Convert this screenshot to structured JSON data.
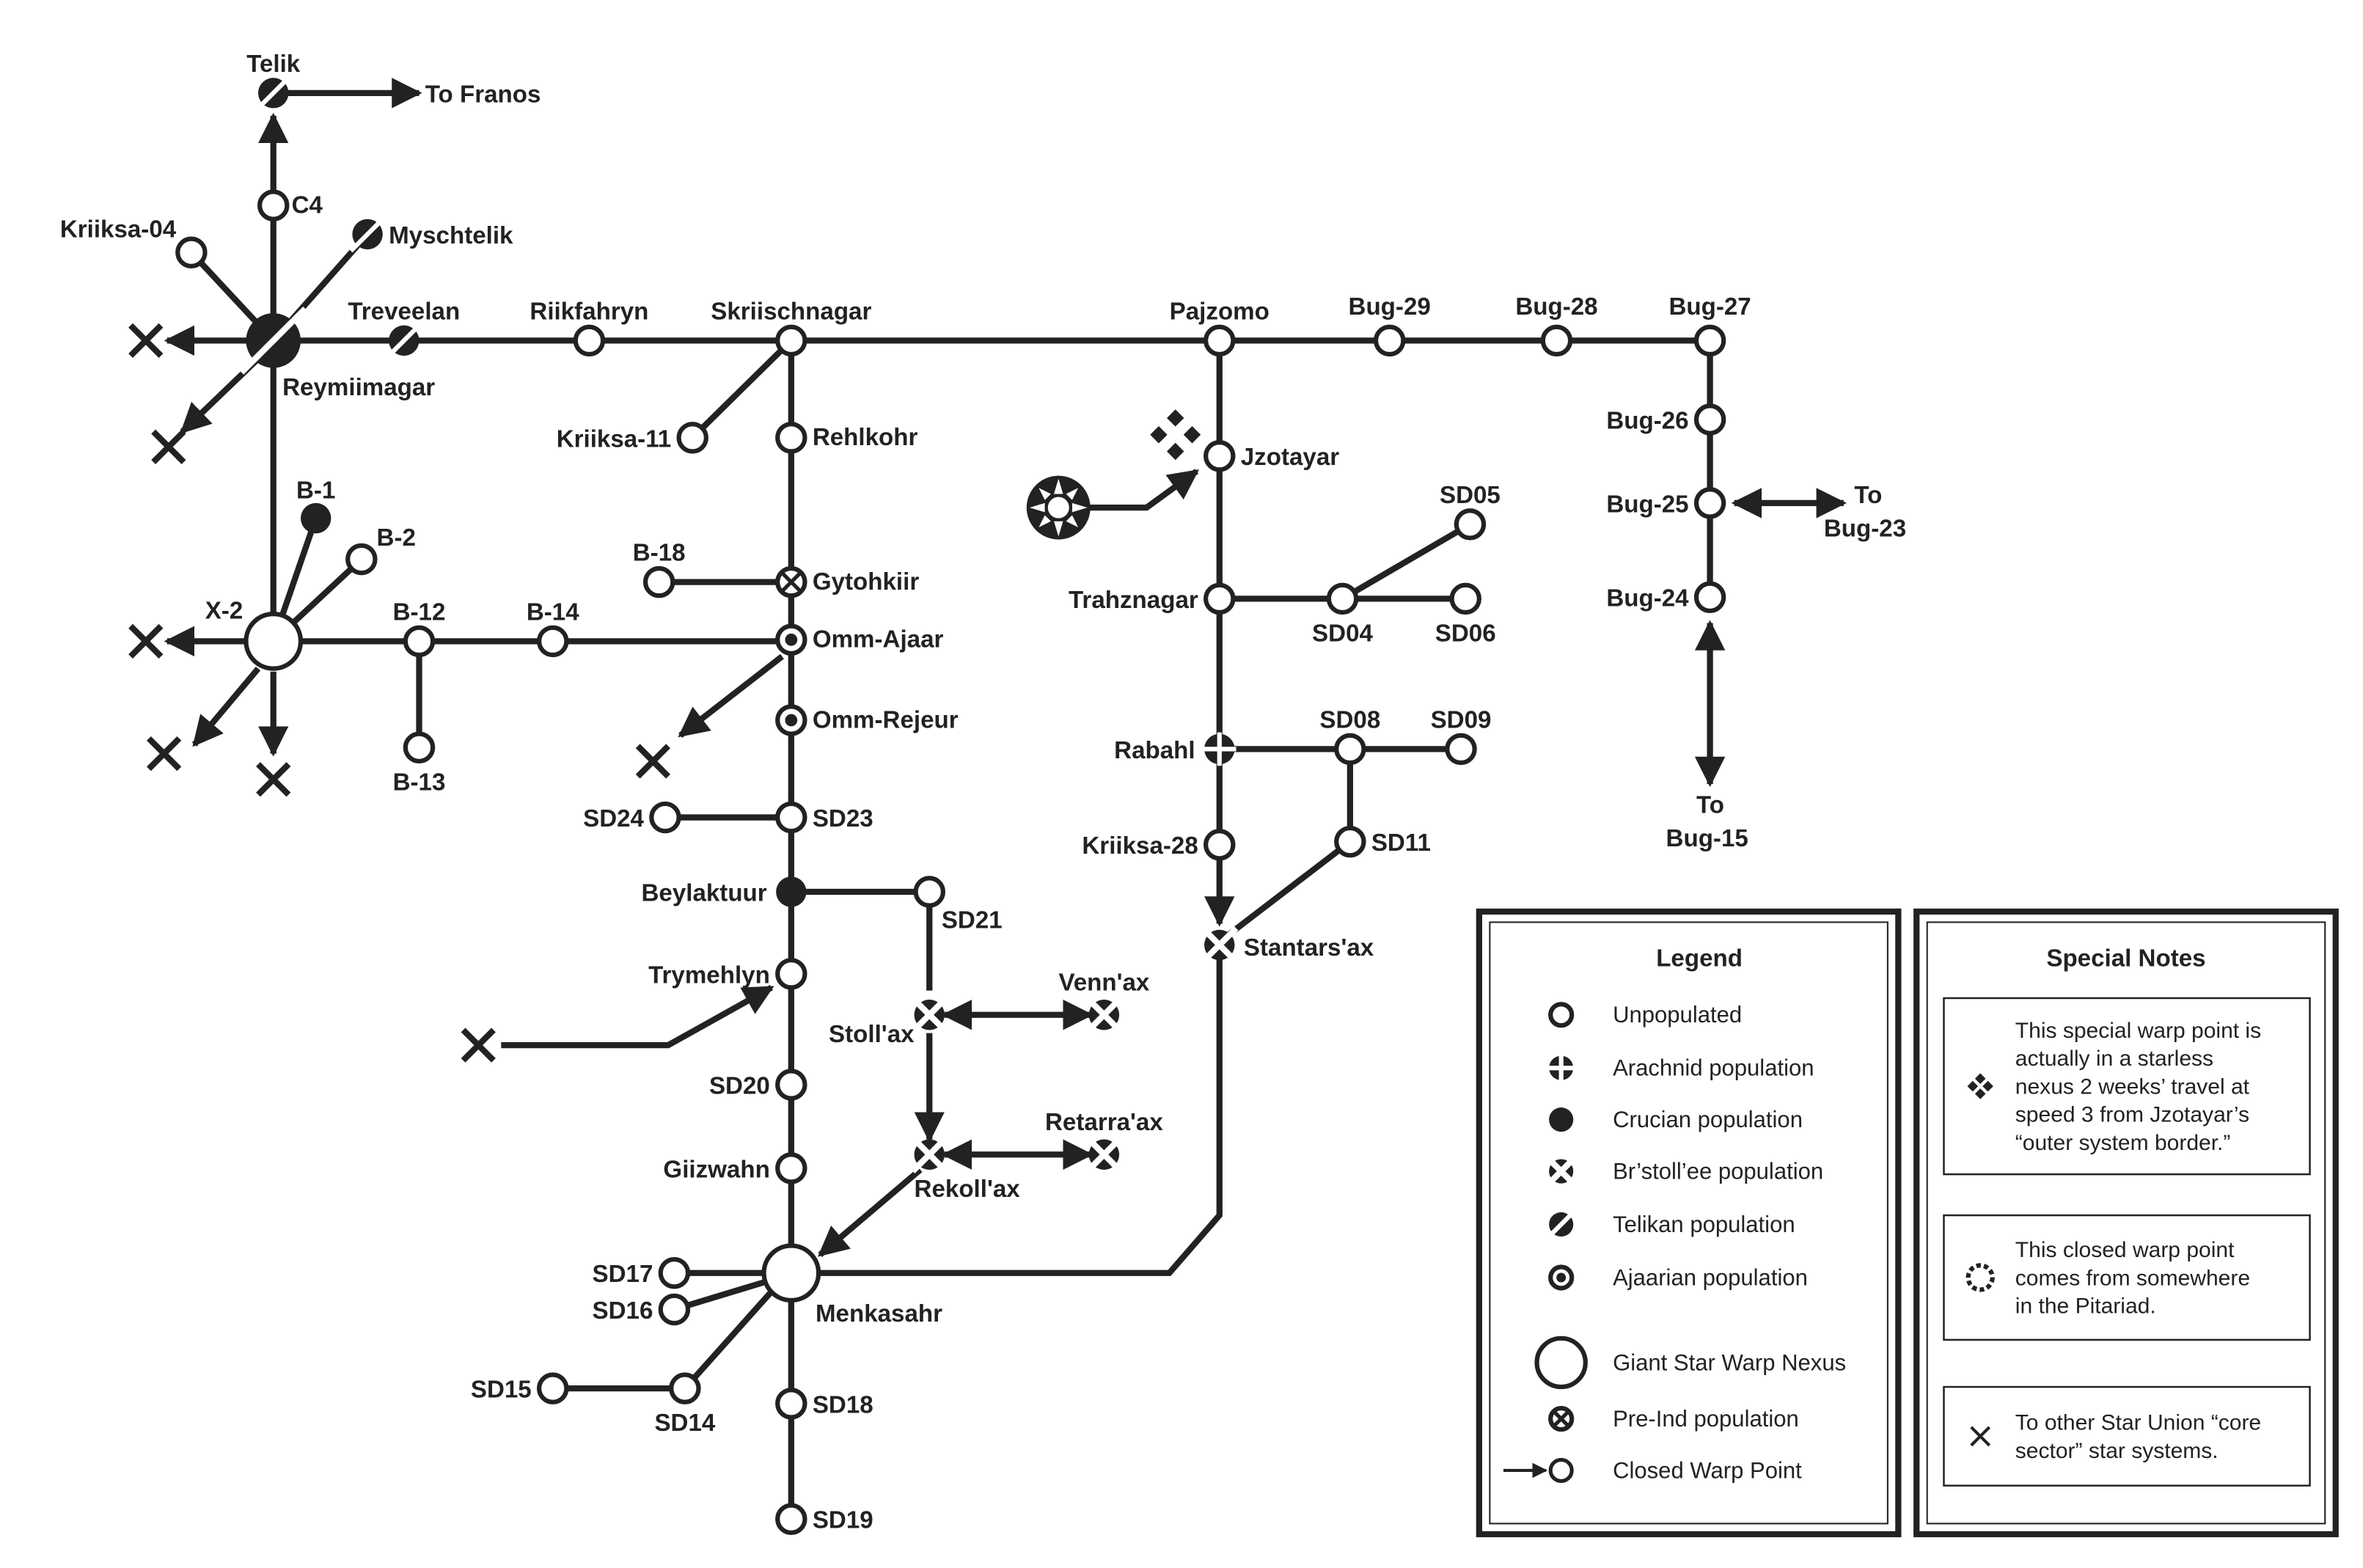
{
  "map": {
    "systems": {
      "telik": {
        "label": "Telik",
        "type": "telikan"
      },
      "c4": {
        "label": "C4",
        "type": "unpopulated"
      },
      "kriiksa04": {
        "label": "Kriiksa-04",
        "type": "unpopulated"
      },
      "myschtelik": {
        "label": "Myschtelik",
        "type": "telikan"
      },
      "reymiimagar": {
        "label": "Reymiimagar",
        "type": "telikan-giant"
      },
      "treveelan": {
        "label": "Treveelan",
        "type": "telikan"
      },
      "riikfahryn": {
        "label": "Riikfahryn",
        "type": "unpopulated"
      },
      "skriischnagar": {
        "label": "Skriischnagar",
        "type": "unpopulated"
      },
      "kriiksa11": {
        "label": "Kriiksa-11",
        "type": "unpopulated"
      },
      "rehlkohr": {
        "label": "Rehlkohr",
        "type": "unpopulated"
      },
      "b1": {
        "label": "B-1",
        "type": "crucian"
      },
      "b2": {
        "label": "B-2",
        "type": "unpopulated"
      },
      "x2": {
        "label": "X-2",
        "type": "giant"
      },
      "b12": {
        "label": "B-12",
        "type": "unpopulated"
      },
      "b13": {
        "label": "B-13",
        "type": "unpopulated"
      },
      "b14": {
        "label": "B-14",
        "type": "unpopulated"
      },
      "b18": {
        "label": "B-18",
        "type": "unpopulated"
      },
      "gytohkiir": {
        "label": "Gytohkiir",
        "type": "pre-ind"
      },
      "ommajaar": {
        "label": "Omm-Ajaar",
        "type": "ajaarian"
      },
      "ommrejeur": {
        "label": "Omm-Rejeur",
        "type": "ajaarian"
      },
      "sd24": {
        "label": "SD24",
        "type": "unpopulated"
      },
      "sd23": {
        "label": "SD23",
        "type": "unpopulated"
      },
      "beylaktuur": {
        "label": "Beylaktuur",
        "type": "crucian"
      },
      "sd21": {
        "label": "SD21",
        "type": "unpopulated"
      },
      "trymehlyn": {
        "label": "Trymehlyn",
        "type": "unpopulated"
      },
      "stollax": {
        "label": "Stoll'ax",
        "type": "brstollee"
      },
      "vennax": {
        "label": "Venn'ax",
        "type": "brstollee"
      },
      "sd20": {
        "label": "SD20",
        "type": "unpopulated"
      },
      "giizwahn": {
        "label": "Giizwahn",
        "type": "unpopulated"
      },
      "rekollax": {
        "label": "Rekoll'ax",
        "type": "brstollee"
      },
      "retarraax": {
        "label": "Retarra'ax",
        "type": "brstollee"
      },
      "menkasahr": {
        "label": "Menkasahr",
        "type": "giant"
      },
      "sd17": {
        "label": "SD17",
        "type": "unpopulated"
      },
      "sd16": {
        "label": "SD16",
        "type": "unpopulated"
      },
      "sd15": {
        "label": "SD15",
        "type": "unpopulated"
      },
      "sd14": {
        "label": "SD14",
        "type": "unpopulated"
      },
      "sd18": {
        "label": "SD18",
        "type": "unpopulated"
      },
      "sd19": {
        "label": "SD19",
        "type": "unpopulated"
      },
      "pajzomo": {
        "label": "Pajzomo",
        "type": "unpopulated"
      },
      "jzotayar": {
        "label": "Jzotayar",
        "type": "unpopulated"
      },
      "trahznagar": {
        "label": "Trahznagar",
        "type": "unpopulated"
      },
      "sd04": {
        "label": "SD04",
        "type": "unpopulated"
      },
      "sd05": {
        "label": "SD05",
        "type": "unpopulated"
      },
      "sd06": {
        "label": "SD06",
        "type": "unpopulated"
      },
      "rabahl": {
        "label": "Rabahl",
        "type": "arachnid"
      },
      "sd08": {
        "label": "SD08",
        "type": "unpopulated"
      },
      "sd09": {
        "label": "SD09",
        "type": "unpopulated"
      },
      "sd11": {
        "label": "SD11",
        "type": "unpopulated"
      },
      "kriiksa28": {
        "label": "Kriiksa-28",
        "type": "unpopulated"
      },
      "stantarsax": {
        "label": "Stantars'ax",
        "type": "brstollee"
      },
      "bug29": {
        "label": "Bug-29",
        "type": "unpopulated"
      },
      "bug28": {
        "label": "Bug-28",
        "type": "unpopulated"
      },
      "bug27": {
        "label": "Bug-27",
        "type": "unpopulated"
      },
      "bug26": {
        "label": "Bug-26",
        "type": "unpopulated"
      },
      "bug25": {
        "label": "Bug-25",
        "type": "unpopulated"
      },
      "bug24": {
        "label": "Bug-24",
        "type": "unpopulated"
      }
    },
    "exits": {
      "to_franos": "To Franos",
      "to_bug23_line1": "To",
      "to_bug23_line2": "Bug-23",
      "to_bug15_line1": "To",
      "to_bug15_line2": "Bug-15"
    }
  },
  "legend": {
    "title": "Legend",
    "items": [
      {
        "symbol": "unpopulated",
        "label": "Unpopulated"
      },
      {
        "symbol": "arachnid",
        "label": "Arachnid population"
      },
      {
        "symbol": "crucian",
        "label": "Crucian population"
      },
      {
        "symbol": "brstollee",
        "label": "Br’stoll’ee population"
      },
      {
        "symbol": "telikan",
        "label": "Telikan population"
      },
      {
        "symbol": "ajaarian",
        "label": "Ajaarian population"
      },
      {
        "symbol": "giant",
        "label": "Giant Star Warp Nexus"
      },
      {
        "symbol": "pre-ind",
        "label": "Pre-Ind population"
      },
      {
        "symbol": "closed-warp",
        "label": "Closed Warp Point"
      }
    ]
  },
  "notes": {
    "title": "Special Notes",
    "items": [
      {
        "symbol": "starless-nexus",
        "lines": [
          "This special warp point is",
          "actually in a starless",
          "nexus 2 weeks’ travel at",
          "speed 3 from Jzotayar’s",
          "“outer system border.”"
        ]
      },
      {
        "symbol": "pitariad-warp",
        "lines": [
          "This closed warp point",
          "comes from somewhere",
          "in the Pitariad."
        ]
      },
      {
        "symbol": "core-sector-x",
        "lines": [
          "To other Star Union “core",
          "sector” star systems."
        ]
      }
    ]
  }
}
